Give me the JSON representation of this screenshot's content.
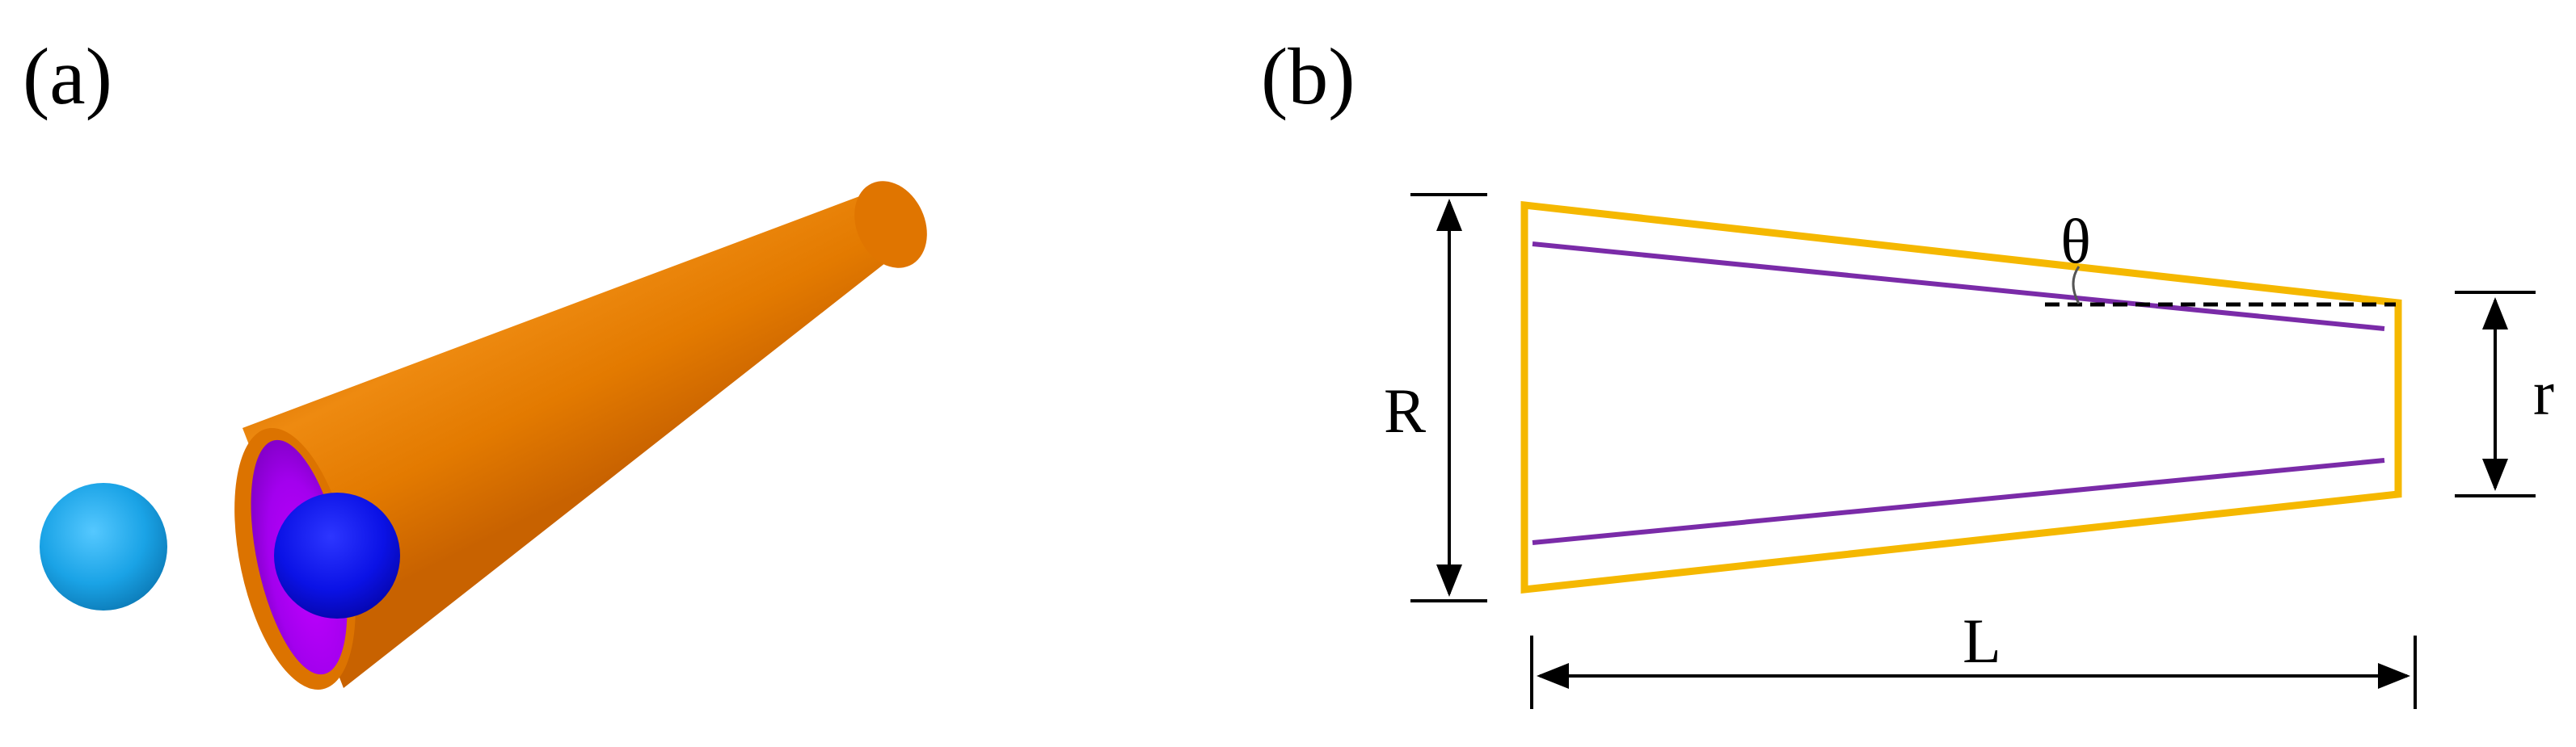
{
  "panels": {
    "a": {
      "label": "(a)"
    },
    "b": {
      "label": "(b)"
    }
  },
  "labels": {
    "big_radius": "R",
    "small_radius": "r",
    "length": "L",
    "angle": "θ"
  },
  "colors": {
    "cone_outer": "#E67E00",
    "cone_lining": "#A500F0",
    "inner_sphere": "#0A10F0",
    "outer_sphere": "#1AA3E6",
    "outline_outer": "#F5B800",
    "outline_inner": "#7A2BA8",
    "dimension": "#000000"
  }
}
